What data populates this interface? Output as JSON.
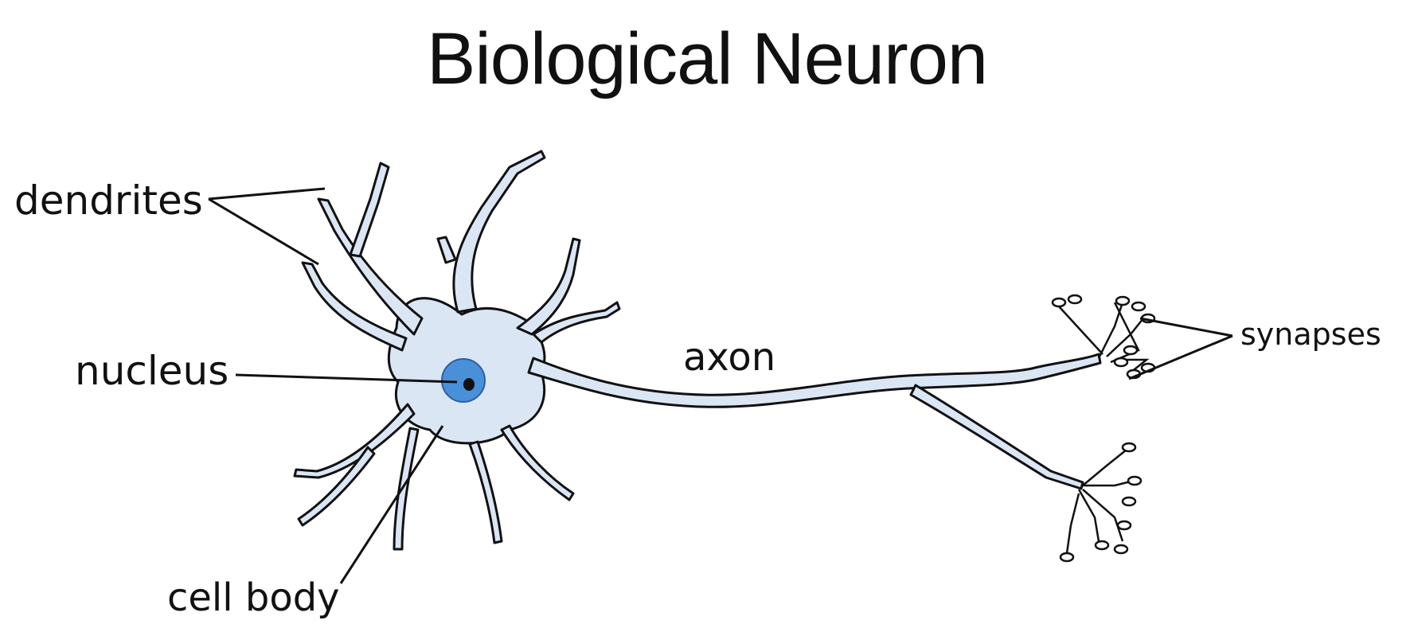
{
  "title": "Biological Neuron",
  "labels": {
    "dendrites": "dendrites",
    "nucleus": "nucleus",
    "axon": "axon",
    "cell_body": "cell body",
    "synapses": "synapses"
  },
  "colors": {
    "cytoplasm": "#dbe6f5",
    "nucleus": "#4a90d9",
    "nucleolus": "#111111",
    "outline": "#111111",
    "text": "#111111"
  }
}
